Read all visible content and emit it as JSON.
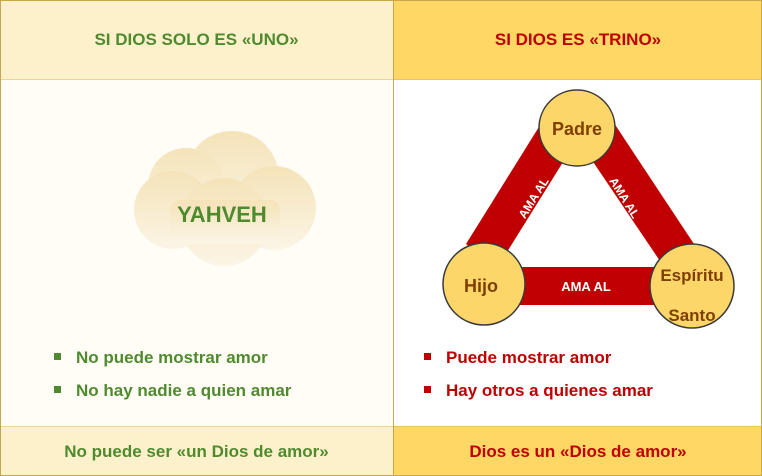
{
  "left": {
    "header": "SI DIOS SOLO ES «UNO»",
    "cloud_label": "YAHVEH",
    "bullets": [
      "No puede mostrar amor",
      "No hay nadie a quien amar"
    ],
    "footer": "No puede ser «un Dios de amor»"
  },
  "right": {
    "header": "SI DIOS ES «TRINO»",
    "nodes": {
      "top": "Padre",
      "left": "Hijo",
      "right_line1": "Espíritu",
      "right_line2": "Santo"
    },
    "edges": {
      "left": "AMA AL",
      "right": "AMA AL",
      "bottom": "AMA AL"
    },
    "bullets": [
      "Puede mostrar amor",
      "Hay otros a quienes amar"
    ],
    "footer": "Dios es un «Dios de amor»"
  },
  "colors": {
    "green_text": "#4f8b2e",
    "red_text": "#c00000",
    "header_gold": "#fed764",
    "header_cream": "#fdf1cb",
    "node_fill": "#fdd66a",
    "edge_fill": "#c00000"
  }
}
